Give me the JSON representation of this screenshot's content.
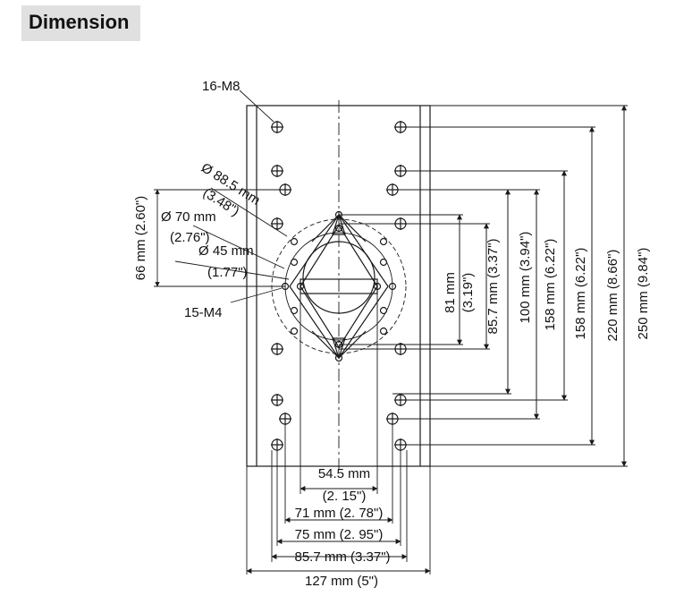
{
  "heading": "Dimension",
  "colors": {
    "line": "#1a1a1a",
    "heading_bg": "#e0e0e0"
  },
  "labels": {
    "thread_m8": "16-M8",
    "thread_m4": "15-M4",
    "dia_88_5": "Ø 88.5 mm",
    "dia_88_5_in": "(3.48\")",
    "dia_70": "Ø 70 mm",
    "dia_70_in": "(2.76\")",
    "dia_45": "Ø 45 mm",
    "dia_45_in": "(1.77\")",
    "h_66": "66 mm (2.60\")",
    "v_81": "81 mm",
    "v_81_in": "(3.19\")",
    "v_85_7": "85.7 mm (3.37\")",
    "v_100": "100 mm (3.94\")",
    "v_158a": "158 mm (6.22\")",
    "v_158b": "158 mm (6.22\")",
    "v_220": "220 mm (8.66\")",
    "v_250": "250 mm (9.84\")",
    "w_54_5": "54.5 mm",
    "w_54_5_in": "(2. 15\")",
    "w_71": "71 mm (2. 78\")",
    "w_75": "75 mm (2. 95\")",
    "w_85_7": "85.7 mm (3.37\")",
    "w_127": "127 mm (5\")"
  }
}
